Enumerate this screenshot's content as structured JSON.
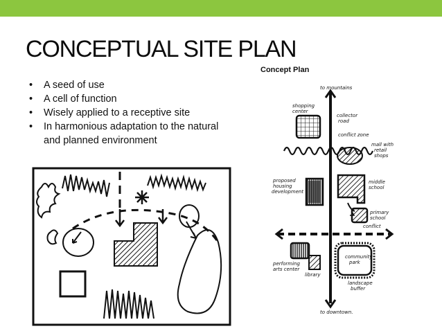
{
  "slide": {
    "title": "CONCEPTUAL SITE PLAN",
    "bullets": [
      "A seed of use",
      "A cell of function",
      "Wisely applied to a receptive site",
      "In harmonious adaptation to the natural and planned environment"
    ],
    "accent_color": "#8cc63f"
  },
  "concept_plan": {
    "title": "Concept Plan",
    "labels": {
      "to_mountains": "to mountains",
      "shopping_center_1": "shopping",
      "shopping_center_2": "center",
      "collector_road_1": "collector",
      "collector_road_2": "road",
      "conflict_zone": "conflict zone",
      "mall_1": "mall with",
      "mall_2": "retail",
      "mall_3": "shops",
      "proposed_housing_1": "proposed",
      "proposed_housing_2": "housing",
      "proposed_housing_3": "development",
      "middle_school_1": "middle",
      "middle_school_2": "school",
      "primary_school_1": "primary",
      "primary_school_2": "school",
      "conflict": "conflict",
      "performing_arts_1": "performing",
      "performing_arts_2": "arts center",
      "library": "library",
      "community_park_1": "community",
      "community_park_2": "park",
      "landscape_buffer_1": "landscape",
      "landscape_buffer_2": "buffer",
      "to_downtown": "to downtown."
    }
  }
}
